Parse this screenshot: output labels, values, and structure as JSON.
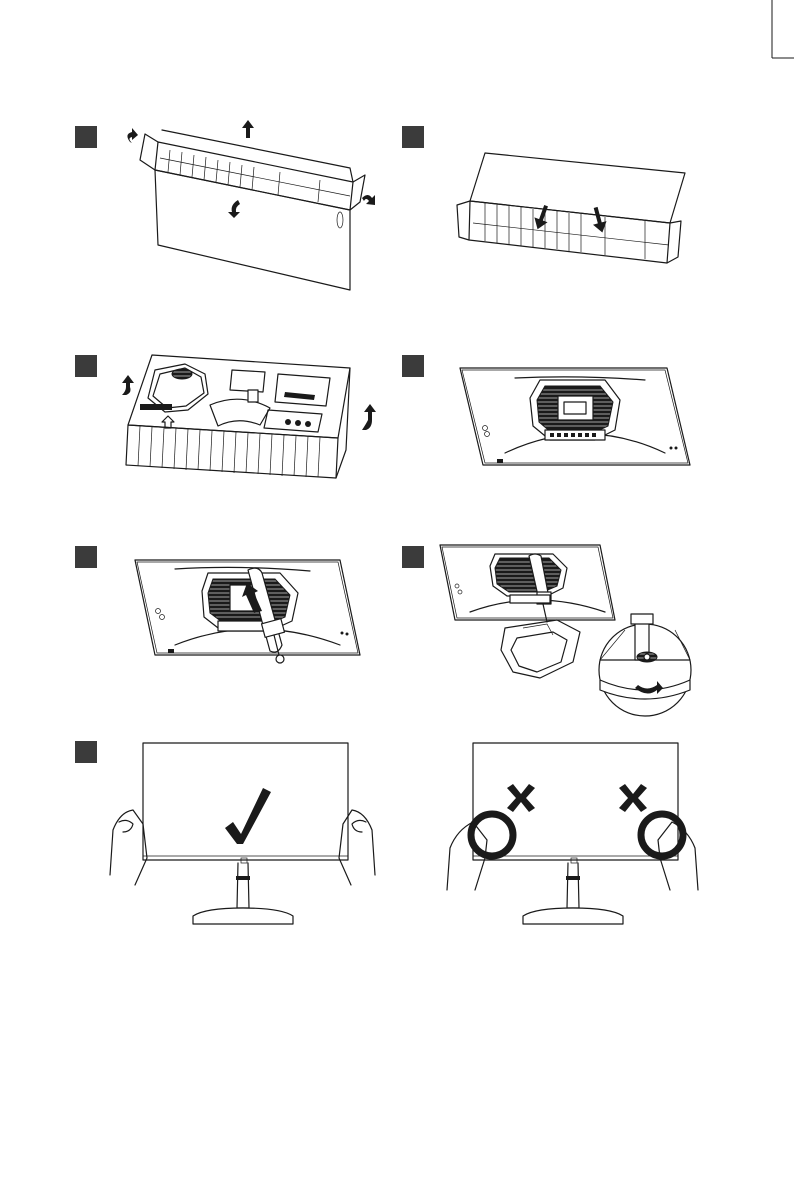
{
  "document": {
    "steps": [
      {
        "id": 1,
        "label": "",
        "illustration": "open-carton-flaps"
      },
      {
        "id": 2,
        "label": "",
        "illustration": "flip-carton-and-lift-off"
      },
      {
        "id": 3,
        "label": "",
        "illustration": "remove-foam-insert"
      },
      {
        "id": 4,
        "label": "",
        "illustration": "monitor-face-down"
      },
      {
        "id": 5,
        "label": "",
        "illustration": "insert-stand-neck"
      },
      {
        "id": 6,
        "label": "",
        "illustration": "attach-base-and-tighten-screw"
      },
      {
        "id": 7,
        "label": "",
        "illustration": "correct-and-incorrect-handling"
      }
    ],
    "handling": {
      "correct_mark": "✓",
      "incorrect_mark": "✕",
      "correct_icon": "checkmark-icon",
      "incorrect_icon": "cross-icon"
    },
    "colors": {
      "ink": "#1a1a1a",
      "badge": "#3b3b3b",
      "paper": "#ffffff"
    }
  }
}
